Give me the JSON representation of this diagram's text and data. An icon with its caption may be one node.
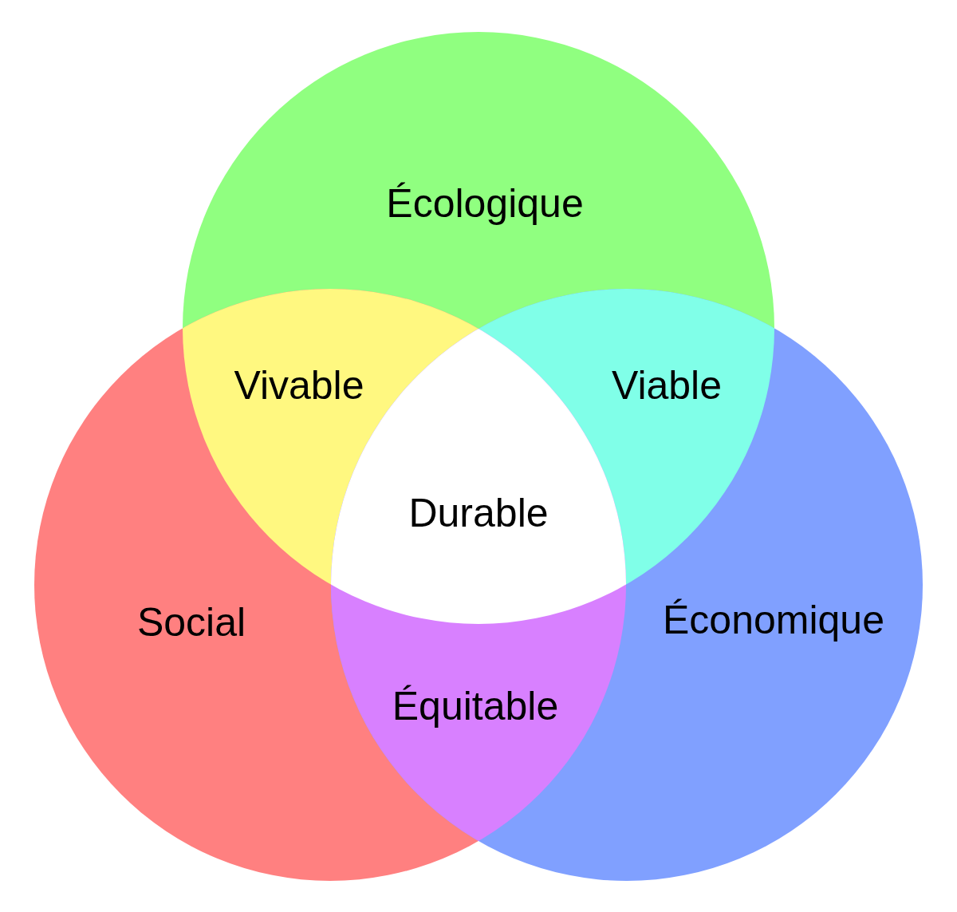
{
  "diagram": {
    "nodes": [
      {
        "text": [
          "Écologique"
        ]
      },
      {
        "text": [
          "Social"
        ]
      },
      {
        "text": [
          "Économique"
        ]
      }
    ],
    "labels": [
      "Vivable",
      "Viable",
      "Durable",
      "Équitable"
    ]
  }
}
